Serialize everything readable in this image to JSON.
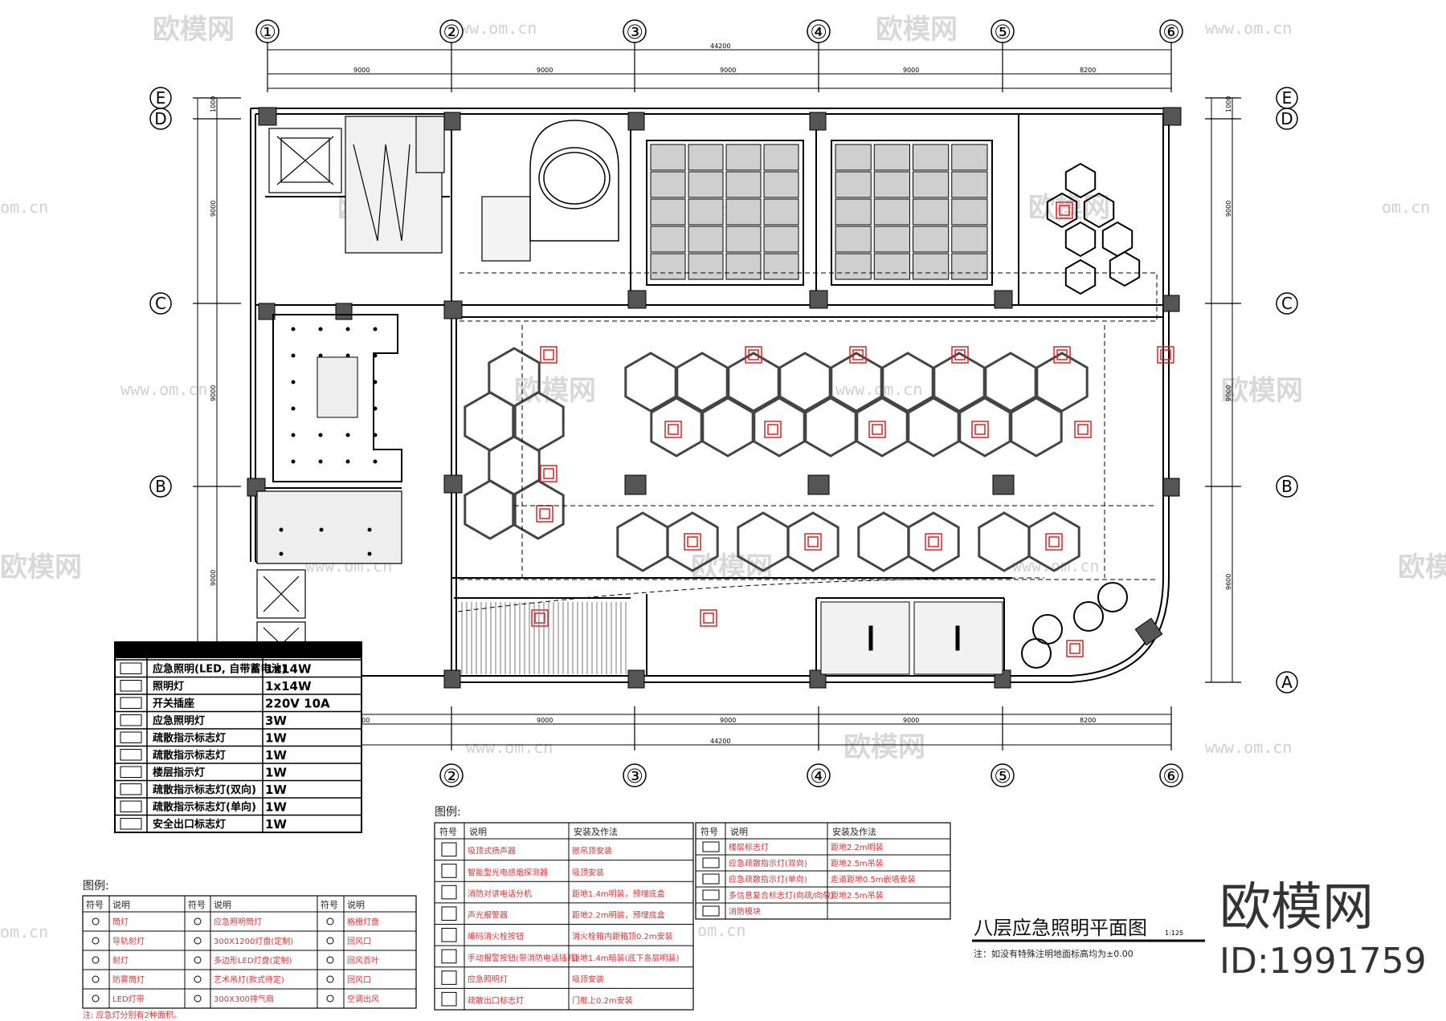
{
  "title": "八层应急照明平面图",
  "scale": "1:125",
  "note": "注：如没有特殊注明地面标高均为±0.00",
  "brand": {
    "name": "欧模网",
    "id": "ID:1991759"
  },
  "watermark": {
    "text": "欧模网",
    "url": "www.om.cn",
    "url_short": "om.cn"
  },
  "axes": {
    "columns": [
      "①",
      "②",
      "③",
      "④",
      "⑤",
      "⑥"
    ],
    "columns_bottom": [
      "②",
      "③",
      "④",
      "⑤",
      "⑥"
    ],
    "rows": [
      "E",
      "D",
      "C",
      "B",
      "A"
    ],
    "top_dims": [
      "9000",
      "9000",
      "9000",
      "9000",
      "8200"
    ],
    "total": "44200",
    "bottom_dims": [
      "9000",
      "9000",
      "9000",
      "9000",
      "8200"
    ],
    "left_dims": [
      "1000",
      "9000",
      "9000",
      "9000"
    ],
    "right_dims": [
      "1000",
      "9000",
      "9000",
      "9600"
    ]
  },
  "spec_table": {
    "rows": [
      {
        "desc": "应急照明(LED, 自带蓄电池)",
        "spec": "1x14W"
      },
      {
        "desc": "照明灯",
        "spec": "1x14W"
      },
      {
        "desc": "开关插座",
        "spec": "220V 10A"
      },
      {
        "desc": "应急照明灯",
        "spec": "3W"
      },
      {
        "desc": "疏散指示标志灯",
        "spec": "1W"
      },
      {
        "desc": "疏散指示标志灯",
        "spec": "1W"
      },
      {
        "desc": "楼层指示灯",
        "spec": "1W"
      },
      {
        "desc": "疏散指示标志灯(双向)",
        "spec": "1W"
      },
      {
        "desc": "疏散指示标志灯(单向)",
        "spec": "1W"
      },
      {
        "desc": "安全出口标志灯",
        "spec": "1W"
      }
    ]
  },
  "legend_left": {
    "title": "图例:",
    "headers": [
      "符号",
      "说明",
      "符号",
      "说明",
      "符号",
      "说明"
    ],
    "rows": [
      [
        "筒灯",
        "应急照明筒灯",
        "格栅灯盘"
      ],
      [
        "导轨射灯",
        "300X1200灯盘(定制)",
        "回风口"
      ],
      [
        "射灯",
        "多边形LED灯盘(定制)",
        "回风百叶"
      ],
      [
        "防雾筒灯",
        "艺术吊灯(款式待定)",
        "回风口"
      ],
      [
        "LED灯带",
        "300X300排气扇",
        "空调出风"
      ]
    ],
    "footnote": "注: 应急灯分别有2种面积。"
  },
  "legend_right": {
    "title": "图例:",
    "headers": [
      "符号",
      "说明",
      "安装及作法",
      "符号",
      "说明",
      "安装及作法"
    ],
    "rows_a": [
      [
        "吸顶式扬声器",
        "嵌吊顶安装"
      ],
      [
        "智能型光电感烟探测器",
        "吸顶安装"
      ],
      [
        "消防对讲电话分机",
        "距地1.4m明装，预埋底盒"
      ],
      [
        "声光报警器",
        "距地2.2m明装，预埋底盒"
      ],
      [
        "编码消火栓按钮",
        "消火栓箱内距箱顶0.2m安装"
      ],
      [
        "手动报警按钮(带消防电话插孔)",
        "距地1.4m暗装(底下各层明装)"
      ],
      [
        "应急照明灯",
        "吸顶安装"
      ],
      [
        "疏散出口标志灯",
        "门框上0.2m安装"
      ]
    ],
    "rows_b": [
      [
        "楼层标志灯",
        "距地2.2m明装"
      ],
      [
        "应急疏散指示灯(双向)",
        "距地2.5m吊装"
      ],
      [
        "应急疏散指示灯(单向)",
        "走道距地0.5m嵌墙安装"
      ],
      [
        "多信息复合标志灯(向疏/向敬)",
        "距地2.5m吊装"
      ],
      [
        "消防模块",
        ""
      ]
    ]
  }
}
